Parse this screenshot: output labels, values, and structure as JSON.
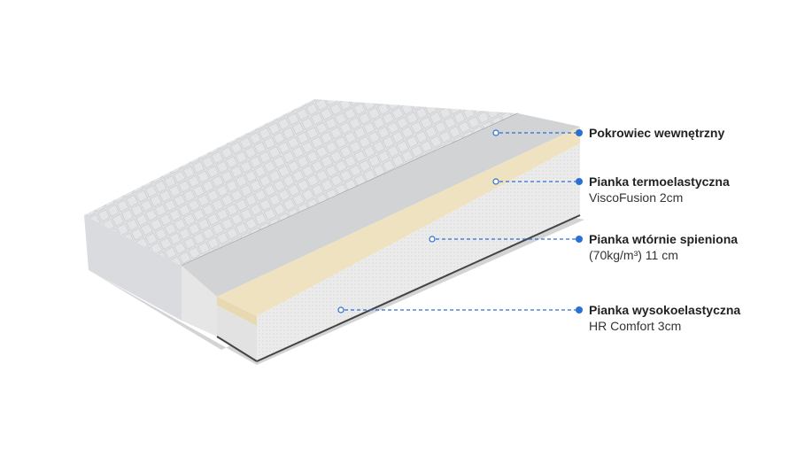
{
  "accent_color": "#2a6fd6",
  "layers": [
    {
      "title": "Pokrowiec wewnętrzny",
      "subtitle": null
    },
    {
      "title": "Pianka termoelastyczna",
      "subtitle": "ViscoFusion 2cm"
    },
    {
      "title": "Pianka wtórnie spieniona",
      "subtitle": "(70kg/m³) 11 cm"
    },
    {
      "title": "Pianka wysokoelastyczna",
      "subtitle": "HR Comfort 3cm"
    }
  ]
}
